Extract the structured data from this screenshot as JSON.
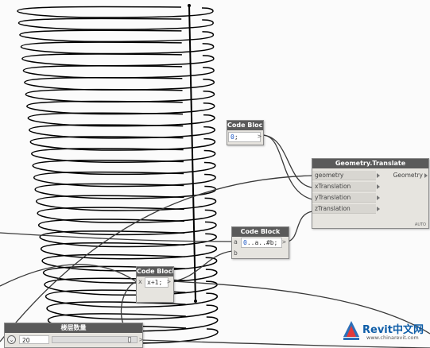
{
  "nodes": {
    "code_block_zero": {
      "title": "Code Block",
      "code_num": "0",
      "code_punct": ";",
      "output_arrow": ">"
    },
    "code_block_range": {
      "title": "Code Block",
      "code_num": "0",
      "code_rest": "..a..#b;",
      "inputs": [
        "a",
        "b"
      ],
      "output_arrow": ">"
    },
    "code_block_increment": {
      "title": "Code Block",
      "input": "x",
      "code": "x+1;",
      "output_arrow": ">"
    },
    "geometry_translate": {
      "title": "Geometry.Translate",
      "inputs": [
        "geometry",
        "xTranslation",
        "yTranslation",
        "zTranslation"
      ],
      "output": "Geometry",
      "lacing": "AUTO"
    },
    "floor_slider": {
      "title": "楼层数量",
      "toggle_icon": "chevron-down-icon",
      "value": "20",
      "slider_fraction": 0.95,
      "output_arrow": ">"
    }
  },
  "watermark": {
    "brand": "Revit中文网",
    "url": "www.chinarevit.com"
  },
  "colors": {
    "node_header": "#5a5a5a",
    "node_body": "#e6e4df",
    "wire": "#3a3a3a",
    "geometry": "#000000",
    "code_number": "#1a56c4",
    "watermark": "#0f5ea8"
  }
}
